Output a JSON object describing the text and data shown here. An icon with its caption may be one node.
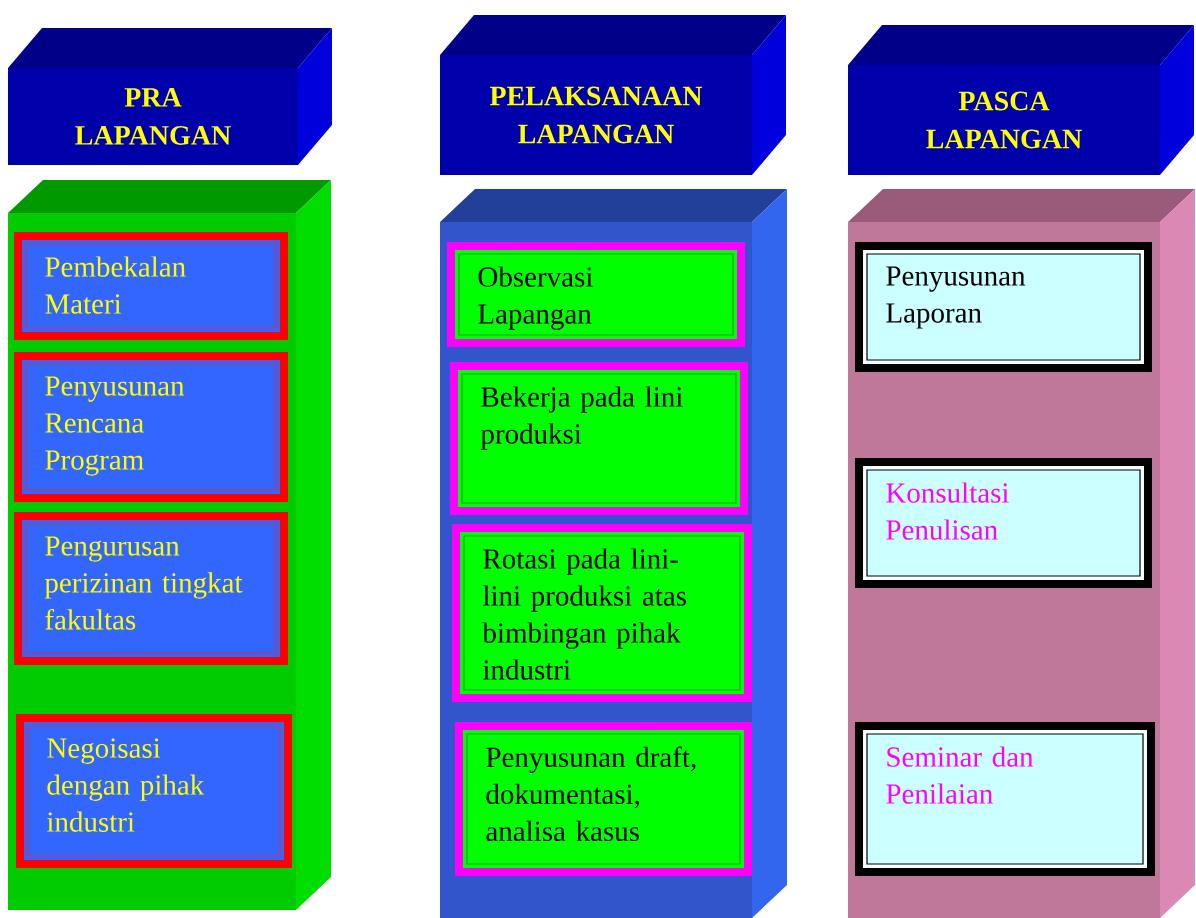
{
  "diagram": {
    "nodes": [
      {
        "text": [
          "PRA LAPANGAN"
        ]
      },
      {
        "text": [
          "PELAKSANAAN LAPANGAN"
        ]
      },
      {
        "text": [
          "PASCA LAPANGAN"
        ]
      },
      {
        "text": [],
        "shape": "box"
      },
      {
        "text": [
          "Pembekalan Materi"
        ],
        "in": 3
      },
      {
        "text": [
          "Penyusunan Rencana Program"
        ],
        "in": 3
      },
      {
        "text": [
          "Pengurusan perizinan tingkat fakultas"
        ],
        "in": 3
      },
      {
        "text": [
          "Negoisasi dengan pihak industri"
        ],
        "in": 3
      },
      {
        "text": [],
        "shape": "box"
      },
      {
        "text": [
          "Observasi Lapangan"
        ],
        "in": 8
      },
      {
        "text": [
          "Bekerja pada lini produksi"
        ],
        "in": 8
      },
      {
        "text": [
          "Rotasi pada lini-lini produksi atas bimbingan pihak industri"
        ],
        "in": 8
      },
      {
        "text": [
          "Penyusunan draft, dokumentasi, analisa kasus"
        ],
        "in": 8
      },
      {
        "text": [],
        "shape": "box"
      },
      {
        "text": [
          "Penyusunan Laporan"
        ],
        "in": 13
      },
      {
        "text": [
          "Konsultasi Penulisan"
        ],
        "in": 13
      },
      {
        "text": [
          "Seminar dan Penilaian"
        ],
        "in": 13
      }
    ]
  }
}
